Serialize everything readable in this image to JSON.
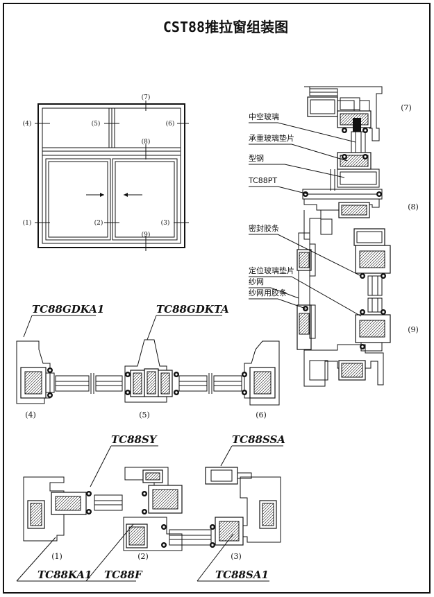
{
  "title": "CST88推拉窗组装图",
  "window": {
    "marks": {
      "m7": "(7)",
      "m4": "(4)",
      "m5": "(5)",
      "m6": "(6)",
      "m8": "(8)",
      "m1": "(1)",
      "m2": "(2)",
      "m3": "(3)",
      "m9": "(9)"
    }
  },
  "vertical_section": {
    "labels": {
      "insulating_glass": "中空玻璃",
      "load_glass_pad": "承重玻璃垫片",
      "steel": "型钢",
      "tc88pt": "TC88PT",
      "sealant": "密封胶条",
      "positioning_pad": "定位玻璃垫片",
      "screen": "纱网",
      "screen_strip": "纱网用胶条"
    },
    "marks": {
      "m7": "(7)",
      "m8": "(8)",
      "m9": "(9)"
    }
  },
  "top_section": {
    "codes": {
      "gdka1": "TC88GDKA1",
      "gdkta": "TC88GDKTA"
    },
    "marks": {
      "m4": "(4)",
      "m5": "(5)",
      "m6": "(6)"
    }
  },
  "bottom_section": {
    "codes": {
      "sy": "TC88SY",
      "ssa": "TC88SSA",
      "ka1": "TC88KA1",
      "f": "TC88F",
      "sa1": "TC88SA1"
    },
    "marks": {
      "m1": "(1)",
      "m2": "(2)",
      "m3": "(3)"
    }
  }
}
